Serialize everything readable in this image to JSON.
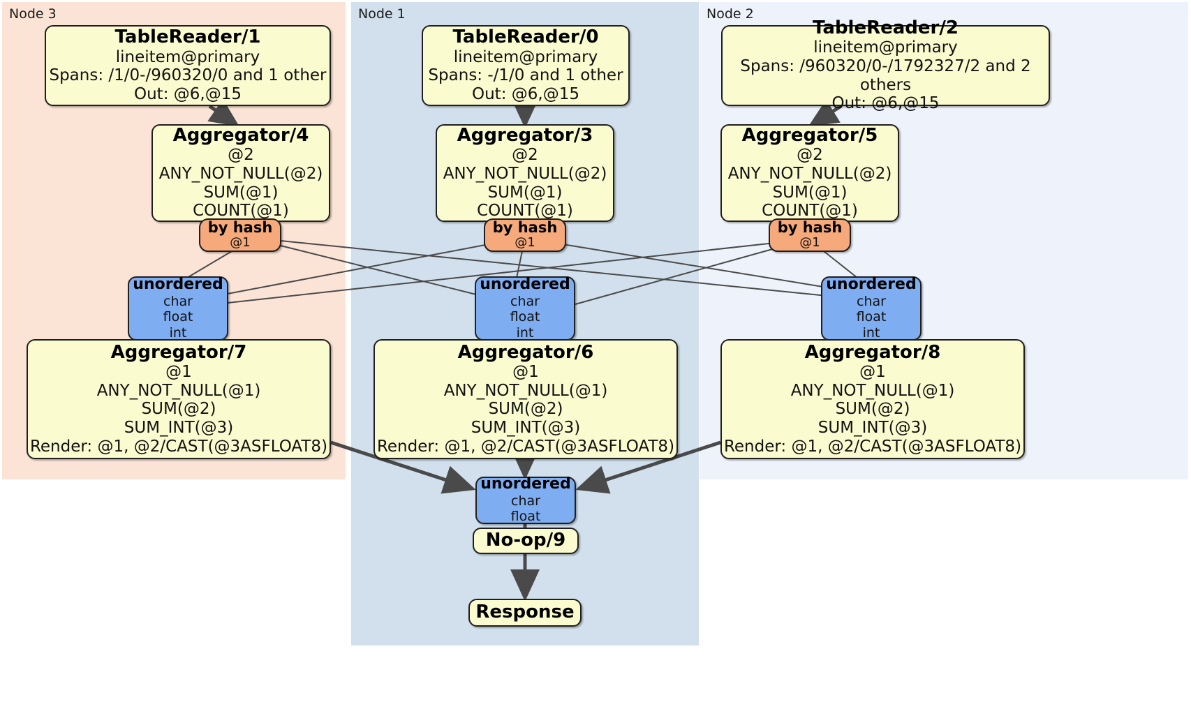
{
  "diagram": {
    "type": "distributed-query-plan",
    "panels": [
      {
        "id": "node3",
        "label": "Node 3",
        "color": "#fbe3d6"
      },
      {
        "id": "node1",
        "label": "Node 1",
        "color": "#d1e0ec"
      },
      {
        "id": "node2",
        "label": "Node 2",
        "color": "#eef2fb"
      }
    ],
    "colors": {
      "processor_fill": "#fbfbd0",
      "router_fill": "#f6a97a",
      "synchronizer_fill": "#7fadf2",
      "border": "#1f1f1f",
      "edge": "#4a4a4a"
    },
    "nodes": {
      "table_reader_1": {
        "title": "TableReader/1",
        "lines": [
          "lineitem@primary",
          "Spans: /1/0-/960320/0 and 1 other",
          "Out: @6,@15"
        ]
      },
      "table_reader_0": {
        "title": "TableReader/0",
        "lines": [
          "lineitem@primary",
          "Spans: -/1/0 and 1 other",
          "Out: @6,@15"
        ]
      },
      "table_reader_2": {
        "title": "TableReader/2",
        "lines": [
          "lineitem@primary",
          "Spans: /960320/0-/1792327/2 and 2 others",
          "Out: @6,@15"
        ]
      },
      "aggregator_4": {
        "title": "Aggregator/4",
        "lines": [
          "@2",
          "ANY_NOT_NULL(@2)",
          "SUM(@1)",
          "COUNT(@1)"
        ]
      },
      "aggregator_3": {
        "title": "Aggregator/3",
        "lines": [
          "@2",
          "ANY_NOT_NULL(@2)",
          "SUM(@1)",
          "COUNT(@1)"
        ]
      },
      "aggregator_5": {
        "title": "Aggregator/5",
        "lines": [
          "@2",
          "ANY_NOT_NULL(@2)",
          "SUM(@1)",
          "COUNT(@1)"
        ]
      },
      "router_left": {
        "title": "by hash",
        "lines": [
          "@1"
        ]
      },
      "router_center": {
        "title": "by hash",
        "lines": [
          "@1"
        ]
      },
      "router_right": {
        "title": "by hash",
        "lines": [
          "@1"
        ]
      },
      "sync_left": {
        "title": "unordered",
        "lines": [
          "char",
          "float",
          "int"
        ]
      },
      "sync_center": {
        "title": "unordered",
        "lines": [
          "char",
          "float",
          "int"
        ]
      },
      "sync_right": {
        "title": "unordered",
        "lines": [
          "char",
          "float",
          "int"
        ]
      },
      "aggregator_7": {
        "title": "Aggregator/7",
        "lines": [
          "@1",
          "ANY_NOT_NULL(@1)",
          "SUM(@2)",
          "SUM_INT(@3)",
          "Render: @1, @2/CAST(@3ASFLOAT8)"
        ]
      },
      "aggregator_6": {
        "title": "Aggregator/6",
        "lines": [
          "@1",
          "ANY_NOT_NULL(@1)",
          "SUM(@2)",
          "SUM_INT(@3)",
          "Render: @1, @2/CAST(@3ASFLOAT8)"
        ]
      },
      "aggregator_8": {
        "title": "Aggregator/8",
        "lines": [
          "@1",
          "ANY_NOT_NULL(@1)",
          "SUM(@2)",
          "SUM_INT(@3)",
          "Render: @1, @2/CAST(@3ASFLOAT8)"
        ]
      },
      "sync_final": {
        "title": "unordered",
        "lines": [
          "char",
          "float"
        ]
      },
      "noop_9": {
        "title": "No-op/9",
        "lines": []
      },
      "response": {
        "title": "Response",
        "lines": []
      }
    }
  }
}
